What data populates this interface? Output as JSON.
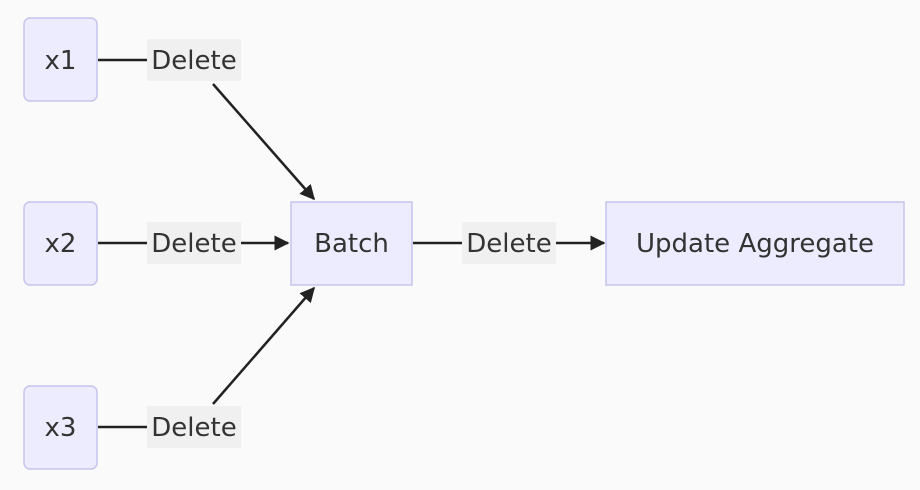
{
  "nodes": {
    "x1": "x1",
    "x2": "x2",
    "x3": "x3",
    "batch": "Batch",
    "update": "Update Aggregate"
  },
  "edges": {
    "x1_to_batch": "Delete",
    "x2_to_batch": "Delete",
    "x3_to_batch": "Delete",
    "batch_to_update": "Delete"
  },
  "colors": {
    "node_fill": "#ececfe",
    "node_stroke": "#c6c4ec",
    "edge": "#222222",
    "label_bg": "#f0f0f0",
    "background": "#fafafa"
  }
}
